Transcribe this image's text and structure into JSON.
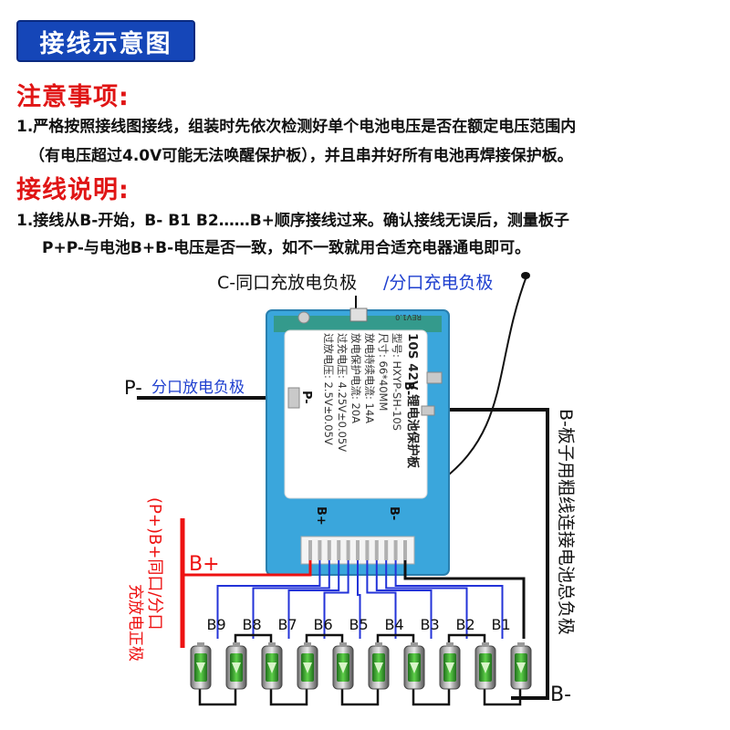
{
  "header": {
    "title": "接线示意图",
    "notice_heading": "注意事项:",
    "notice_line1": "1.严格按照接线图接线，组装时先依次检测好单个电池电压是否在额定电压范围内",
    "notice_line2": "（有电压超过4.0V可能无法唤醒保护板），并且串并好所有电池再焊接保护板。",
    "wiring_heading": "接线说明:",
    "wiring_line1": "1.接线从B-开始，B- B1 B2……B+顺序接线过来。确认接线无误后，测量板子",
    "wiring_line2": "P+P-与电池B+B-电压是否一致，如不一致就用合适充电器通电即可。"
  },
  "diagram": {
    "c_minus": "C-同口充放电负极",
    "c_minus_split": "/分口充电负极",
    "p_minus": "P-",
    "p_minus_desc": "分口放电负极",
    "b_minus_board": "B-板子用粗线连接电池总负极",
    "b_minus_end": "B-",
    "b_plus": "B+",
    "p_plus_vertical": "(P+)B+同口/分口",
    "p_plus_desc": "充放电正极",
    "cell_labels": [
      "B9",
      "B8",
      "B7",
      "B6",
      "B5",
      "B4",
      "B3",
      "B2",
      "B1"
    ],
    "board": {
      "line1": "10S 42V 锂电池保护板",
      "line2": "型号: HXYP-SH-10S",
      "line3": "尺寸: 66*40MM",
      "line4": "放电持续电流: 14A",
      "line5": "放电保护电流: 20A",
      "line6": "过充电压: 4.25V±0.05V",
      "line7": "过放电压: 2.5V±0.05V",
      "pad_b_minus": "B-",
      "pad_b_plus": "B+",
      "pad_p_minus": "P-",
      "pad_b_minus_top": "B-",
      "rev": "REV1.0"
    },
    "colors": {
      "title_bg": "#1546b8",
      "heading": "#e01515",
      "label_blue": "#1e3fcf",
      "wire_blue": "#2333d8",
      "wire_red": "#ee1111",
      "board_frame": "#3aa6dc",
      "cell_green": "#2e9d2a"
    }
  }
}
